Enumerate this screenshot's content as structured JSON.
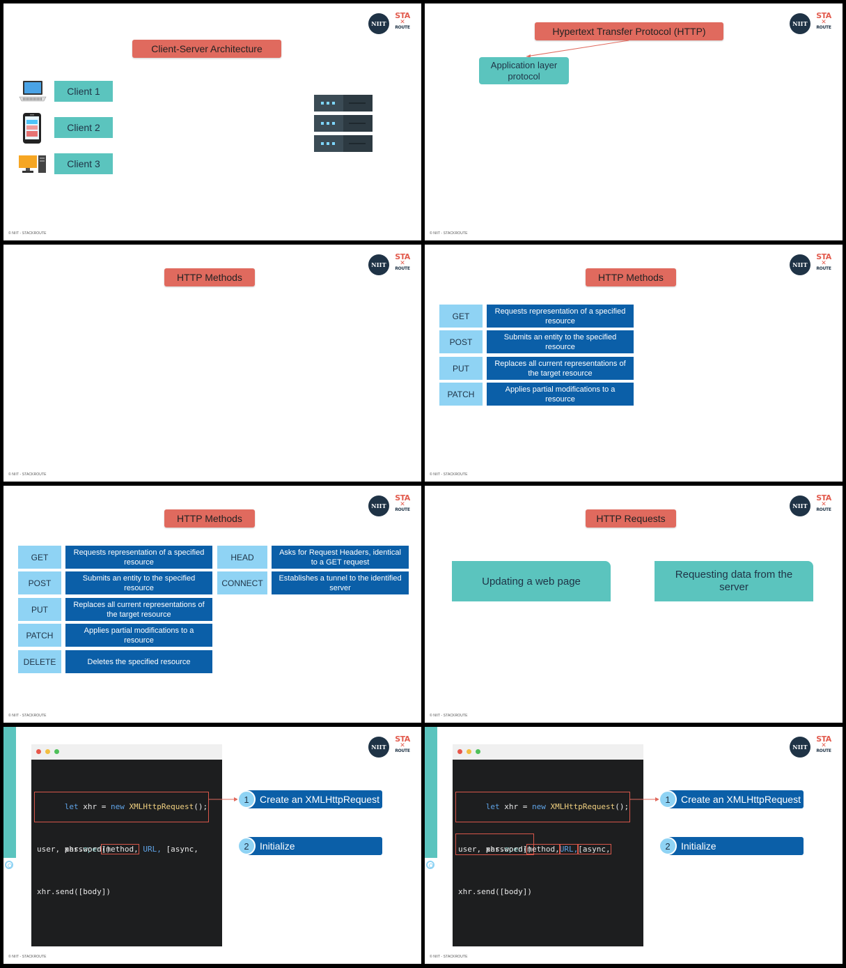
{
  "footer": "© NIIT - STACKROUTE",
  "logo": {
    "niit": "NIIT",
    "sta": "STA",
    "route": "ROUTE"
  },
  "slide1": {
    "title": "Client-Server Architecture",
    "clients": [
      "Client 1",
      "Client 2",
      "Client 3"
    ]
  },
  "slide2": {
    "title": "Hypertext Transfer Protocol (HTTP)",
    "app_layer": "Application layer protocol"
  },
  "slide3": {
    "title": "HTTP Methods"
  },
  "slide4": {
    "title": "HTTP Methods",
    "methods": [
      {
        "name": "GET",
        "desc": "Requests representation of a specified resource"
      },
      {
        "name": "POST",
        "desc": "Submits an entity to the specified resource"
      },
      {
        "name": "PUT",
        "desc": "Replaces all current representations of the target resource"
      },
      {
        "name": "PATCH",
        "desc": "Applies partial modifications to a resource"
      }
    ]
  },
  "slide5": {
    "title": "HTTP Methods",
    "methods": [
      {
        "name": "GET",
        "desc": "Requests representation of a specified resource"
      },
      {
        "name": "POST",
        "desc": "Submits an entity to the specified resource"
      },
      {
        "name": "PUT",
        "desc": "Replaces all current representations of the target resource"
      },
      {
        "name": "PATCH",
        "desc": "Applies partial modifications to a resource"
      },
      {
        "name": "DELETE",
        "desc": "Deletes the specified resource"
      }
    ],
    "methods_right": [
      {
        "name": "HEAD",
        "desc": "Asks for Request Headers, identical to a GET request"
      },
      {
        "name": "CONNECT",
        "desc": "Establishes a tunnel to the identified server"
      }
    ]
  },
  "slide6": {
    "title": "HTTP Requests",
    "items": [
      "Updating a web page",
      "Requesting data from the server"
    ]
  },
  "code_slides": {
    "steps": [
      "Create an XMLHttpRequest",
      "Initialize"
    ],
    "step_nums": [
      "1",
      "2"
    ],
    "code": {
      "let": "let",
      "xhr": " xhr = ",
      "new": "new",
      "cls": " XMLHttpRequest",
      "end": "();",
      "open_a": "xhr.",
      "open_fn": "open",
      "open_paren": "(",
      "method": "method,",
      "url": "URL,",
      "async": "[async,",
      "line2": "user, password])",
      "send": "xhr.send([body])"
    }
  }
}
